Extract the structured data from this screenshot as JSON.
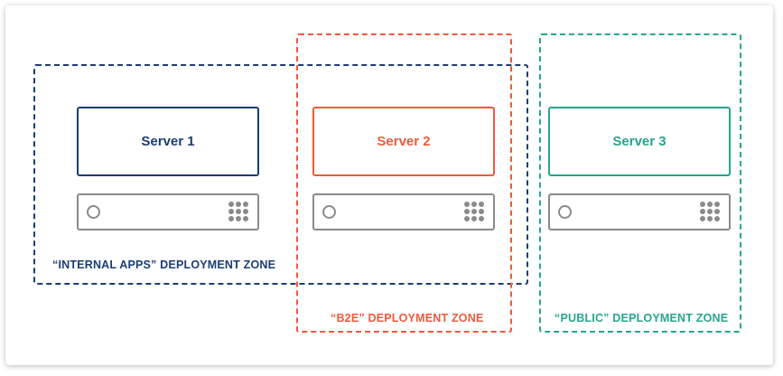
{
  "colors": {
    "internal": "#1b3d73",
    "b2e": "#ee5a3c",
    "public": "#26a68c",
    "hardware": "#8a8a8a"
  },
  "zones": {
    "internal": {
      "label": "“INTERNAL APPS” DEPLOYMENT ZONE"
    },
    "b2e": {
      "label": "“B2E” DEPLOYMENT ZONE"
    },
    "public": {
      "label": "“PUBLIC” DEPLOYMENT ZONE"
    }
  },
  "servers": [
    {
      "label": "Server 1",
      "zone": "internal"
    },
    {
      "label": "Server 2",
      "zone": "b2e"
    },
    {
      "label": "Server 3",
      "zone": "public"
    }
  ],
  "icons": [
    "power-button-icon",
    "vent-grid-icon"
  ]
}
